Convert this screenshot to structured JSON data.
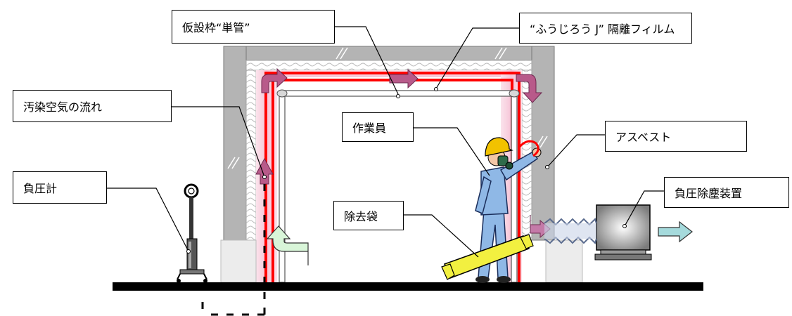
{
  "labels": {
    "temporary_frame": "仮設枠“単管”",
    "isolation_film": "“ふうじろう J” 隔離フィルム",
    "contaminated_air_flow": "汚染空気の流れ",
    "worker": "作業員",
    "asbestos": "アスベスト",
    "negative_pressure_gauge": "負圧計",
    "removal_bag": "除去袋",
    "negative_pressure_dust_collector": "負圧除塵装置"
  },
  "colors": {
    "wall": "#b4b4b4",
    "film": "#ff0000",
    "air_zone": "#f8cfe0",
    "flow_arrow": "#b85a8a",
    "inflow_arrow": "#d8f5d8",
    "exhaust_arrow": "#a5dadc",
    "worker_suit": "#8fb8e6",
    "helmet": "#f2c200",
    "bag": "#f2f040",
    "ground": "#000000"
  }
}
